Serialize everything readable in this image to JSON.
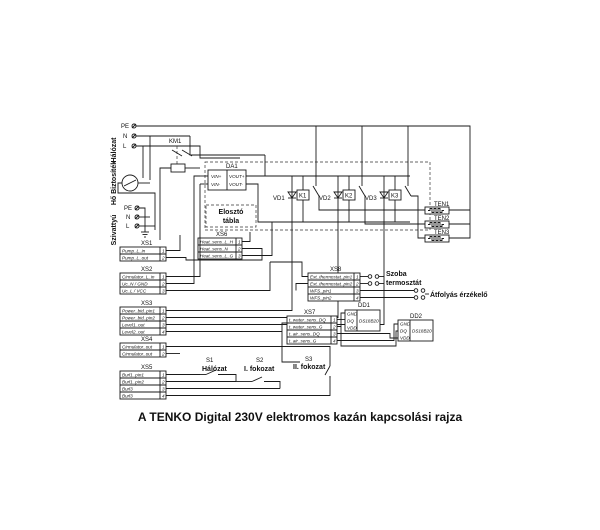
{
  "caption": "A TENKO Digital 230V elektromos kazán kapcsolási rajza",
  "side_labels": {
    "halozat": "Hálózat",
    "ho_biztosilek": "Hő Biztosíték",
    "szivattyu": "Szivattyú"
  },
  "mains_terminals": [
    "PE",
    "N",
    "L"
  ],
  "pump_terminals": [
    "PE",
    "N",
    "L"
  ],
  "contactor": {
    "name": "KM1"
  },
  "da1": {
    "name": "DA1",
    "inputs": [
      "VIN+",
      "VIN-"
    ],
    "outputs": [
      "VOUT+",
      "VOUT-"
    ]
  },
  "eloszto": {
    "line1": "Elosztó",
    "line2": "tábla"
  },
  "relays": [
    {
      "vd": "VD1",
      "k": "K1"
    },
    {
      "vd": "VD2",
      "k": "K2"
    },
    {
      "vd": "VD3",
      "k": "K3"
    }
  ],
  "heaters": [
    "TEN1",
    "TEN2",
    "TEN3"
  ],
  "connectors": {
    "xs6": {
      "title": "XS6",
      "pins": [
        {
          "label": "Heat_sens_L_H",
          "num": "1"
        },
        {
          "label": "Heat_sens_N",
          "num": "2"
        },
        {
          "label": "Heat_sens_L_G",
          "num": "3"
        }
      ]
    },
    "xs1": {
      "title": "XS1",
      "pins": [
        {
          "label": "Pump_L_in",
          "num": "1"
        },
        {
          "label": "Pump_L_out",
          "num": "2"
        }
      ]
    },
    "xs2": {
      "title": "XS2",
      "pins": [
        {
          "label": "Cirmulator_L_in",
          "num": "1"
        },
        {
          "label": "Uc_N / GND",
          "num": "2"
        },
        {
          "label": "Uc_L / VCC",
          "num": "3"
        }
      ]
    },
    "xs3": {
      "title": "XS3",
      "pins": [
        {
          "label": "Power_bid_pin1",
          "num": "1"
        },
        {
          "label": "Power_bid_pin2",
          "num": "2"
        },
        {
          "label": "Level1_out",
          "num": "3"
        },
        {
          "label": "Level2_out",
          "num": "4"
        }
      ]
    },
    "xs4": {
      "title": "XS4",
      "pins": [
        {
          "label": "Cirmulator_out",
          "num": "1"
        },
        {
          "label": "Cirmulator_out",
          "num": "2"
        }
      ]
    },
    "xs5": {
      "title": "XS5",
      "pins": [
        {
          "label": "Burl1_pin1",
          "num": "1"
        },
        {
          "label": "Burl1_pin2",
          "num": "2"
        },
        {
          "label": "Burl3",
          "num": "3"
        },
        {
          "label": "Burl3",
          "num": "4"
        }
      ]
    },
    "xs8": {
      "title": "XS8",
      "pins": [
        {
          "label": "Ext_thermostat_pin1",
          "num": "1"
        },
        {
          "label": "Ext_thermostat_pin2",
          "num": "2"
        },
        {
          "label": "WFS_pin1",
          "num": "3"
        },
        {
          "label": "WFS_pin2",
          "num": "4"
        }
      ]
    },
    "xs7": {
      "title": "XS7",
      "pins": [
        {
          "label": "t_water_sens_DQ",
          "num": "1"
        },
        {
          "label": "t_water_sens_G",
          "num": "2"
        },
        {
          "label": "t_air_sens_DQ",
          "num": "3"
        },
        {
          "label": "t_air_sens_G",
          "num": "4"
        }
      ]
    }
  },
  "switches": [
    {
      "ref": "S1",
      "label": "Hálózat"
    },
    {
      "ref": "S2",
      "label": "I. fokozat"
    },
    {
      "ref": "S3",
      "label": "II. fokozat"
    }
  ],
  "labels": {
    "szoba_line1": "Szoba",
    "szoba_line2": "termosztát",
    "atfolyas": "Átfolyás érzékelő"
  },
  "dd1": {
    "name": "DD1",
    "pins": [
      "GND",
      "DQ",
      "VDD"
    ],
    "chip": "DS18B20"
  },
  "dd2": {
    "name": "DD2",
    "pins": [
      "GND",
      "DQ",
      "VDD"
    ],
    "chip": "DS18B20"
  }
}
